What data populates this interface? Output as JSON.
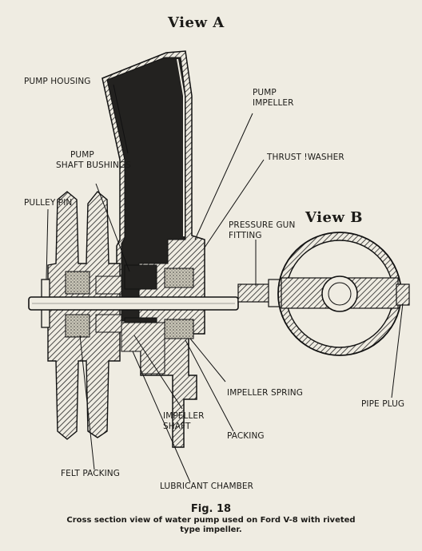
{
  "view_a_title": "View A",
  "view_b_title": "View B",
  "labels": {
    "pump_housing": "PUMP HOUSING",
    "pump_impeller_1": "PUMP",
    "pump_impeller_2": "IMPELLER",
    "thrust_washer": "THRUST !WASHER",
    "pump_shaft_bushings_1": "PUMP",
    "pump_shaft_bushings_2": "SHAFT BUSHINGS",
    "pulley_pin": "PULLEY PIN",
    "pressure_gun_fitting_1": "PRESSURE GUN",
    "pressure_gun_fitting_2": "FITTING",
    "impeller_spring": "IMPELLER   SPRING",
    "pipe_plug": "PIPE PLUG",
    "impeller_shaft_1": "IMPELLER",
    "impeller_shaft_2": "SHAFT",
    "packing": "PACKING",
    "felt_packing": "FELT PACKING",
    "lubricant_chamber": "LUBRICANT CHAMBER"
  },
  "figure_number": "Fig. 18",
  "caption_line_1": "Cross section view of water pump used on Ford V-8 with riveted",
  "caption_line_2": "type impeller."
}
